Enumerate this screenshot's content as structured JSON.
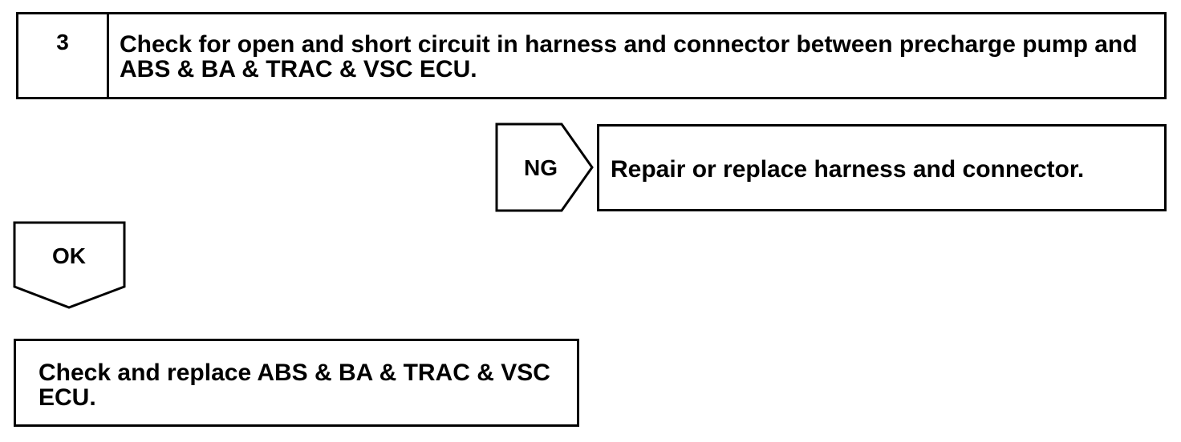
{
  "step": {
    "number": "3",
    "text": "Check for open and short circuit in harness and connector between precharge pump and ABS & BA & TRAC & VSC ECU."
  },
  "ng_branch": {
    "label": "NG",
    "action": "Repair or replace harness and connector."
  },
  "ok_branch": {
    "label": "OK",
    "action": "Check and replace ABS & BA & TRAC & VSC ECU."
  }
}
